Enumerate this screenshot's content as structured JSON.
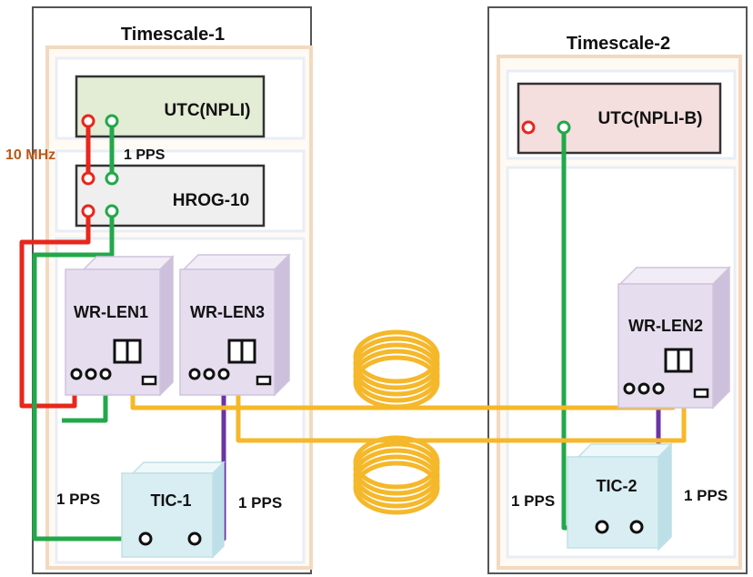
{
  "timescales": [
    {
      "title": "Timescale-1"
    },
    {
      "title": "Timescale-2"
    }
  ],
  "devices": {
    "utc_npli": "UTC(NPLI)",
    "hrog": "HROG-10",
    "utc_npli_b": "UTC(NPLI-B)",
    "wr_len1": "WR-LEN1",
    "wr_len3": "WR-LEN3",
    "wr_len2": "WR-LEN2",
    "tic1": "TIC-1",
    "tic2": "TIC-2"
  },
  "signals": {
    "ten_mhz": "10 MHz",
    "pps_top": "1 PPS",
    "pps_tic1_left": "1 PPS",
    "pps_tic1_right": "1 PPS",
    "pps_tic2_left": "1 PPS",
    "pps_tic2_right": "1 PPS"
  },
  "colors": {
    "red_cable": "#e8261c",
    "green_cable": "#22a84a",
    "yellow_fiber": "#f5b82a",
    "purple_cable": "#6a34a6",
    "ten_mhz_text": "#b8581a",
    "utc_npli_fill": "#e3ecd4",
    "hrog_fill": "#efefef",
    "utc_npli_b_fill": "#f4dede",
    "wr_len_fill": "#e6ddef",
    "tic_fill": "#d9eef3"
  }
}
